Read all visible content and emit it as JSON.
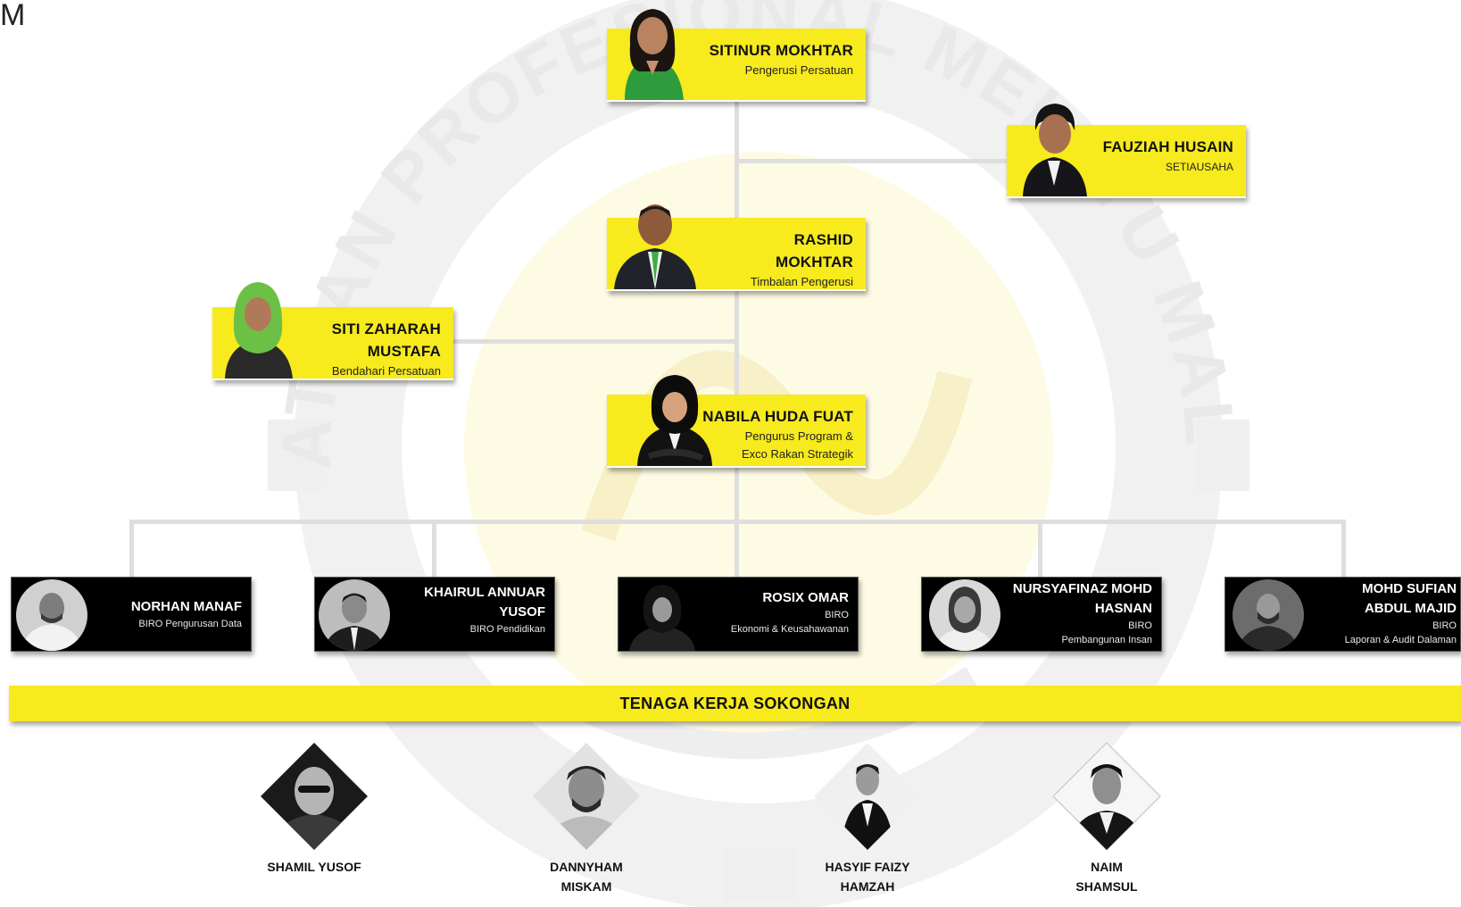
{
  "corner_logo_text": "M",
  "watermark": {
    "text": "PERSATUAN PROFESIONAL MELAYU MALAYSIA"
  },
  "top": {
    "chair": {
      "name": "SITINUR MOKHTAR",
      "role": "Pengerusi Persatuan"
    },
    "secretary": {
      "name": "FAUZIAH HUSAIN",
      "role": "SETIAUSAHA"
    },
    "deputy": {
      "name": "RASHID\nMOKHTAR",
      "role": "Timbalan Pengerusi"
    },
    "treasurer": {
      "name": "SITI ZAHARAH\nMUSTAFA",
      "role": "Bendahari Persatuan"
    },
    "program": {
      "name": "NABILA HUDA FUAT",
      "role": "Pengurus Program &\nExco Rakan Strategik"
    }
  },
  "bureaus": [
    {
      "name": "NORHAN MANAF",
      "role": "BIRO Pengurusan Data"
    },
    {
      "name": "KHAIRUL ANNUAR\nYUSOF",
      "role": "BIRO  Pendidikan"
    },
    {
      "name": "ROSIX OMAR",
      "role": "BIRO\nEkonomi & Keusahawanan"
    },
    {
      "name": "NURSYAFINAZ MOHD\nHASNAN",
      "role": "BIRO\nPembangunan Insan"
    },
    {
      "name": "MOHD SUFIAN\nABDUL MAJID",
      "role": "BIRO\nLaporan & Audit Dalaman"
    }
  ],
  "support_title": "TENAGA KERJA SOKONGAN",
  "support": [
    {
      "name": "SHAMIL YUSOF"
    },
    {
      "name": "DANNYHAM\nMISKAM"
    },
    {
      "name": "HASYIF FAIZY\nHAMZAH"
    },
    {
      "name": "NAIM\nSHAMSUL"
    }
  ],
  "colors": {
    "accent": "#f7ea1d",
    "dark": "#000000",
    "line": "#dedede"
  }
}
